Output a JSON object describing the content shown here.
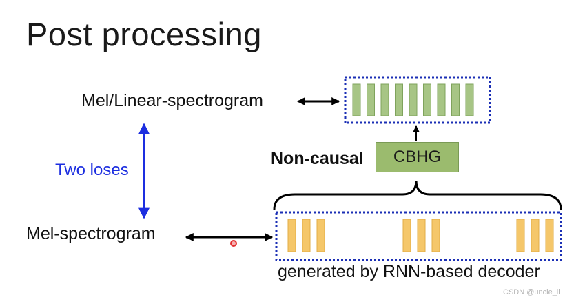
{
  "slide": {
    "title": "Post processing",
    "mel_linear_label": "Mel/Linear-spectrogram",
    "two_loses_label": "Two loses",
    "mel_label": "Mel-spectrogram",
    "non_causal_label": "Non-causal",
    "cbhg_label": "CBHG",
    "decoder_caption": "generated by RNN-based decoder",
    "watermark": "CSDN @uncle_ll"
  },
  "colors": {
    "dotted_border": "#1b2fb5",
    "green_bar": "#a7c585",
    "orange_bar": "#f5c76a",
    "blue_arrow": "#1c2ee0",
    "cbhg_fill": "#9bbb6e"
  }
}
